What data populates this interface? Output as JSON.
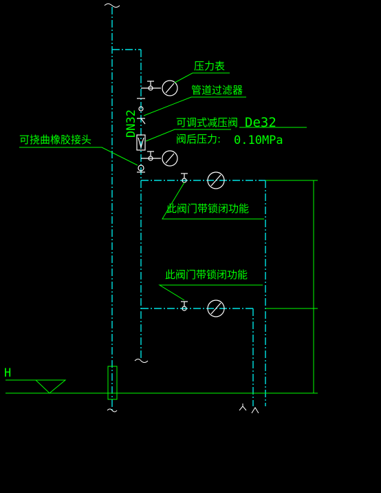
{
  "colors": {
    "background": "#000000",
    "pipe": "#00e5e5",
    "label": "#00ff00",
    "leader": "#00ff00",
    "symbol": "#ffffff",
    "cut_mark": "#ffffff"
  },
  "labels": {
    "pressure_gauge": "压力表",
    "pipeline_filter": "管道过滤器",
    "adjustable_prv": "可调式减压阀",
    "downstream_pressure": "阀后压力:",
    "downstream_pressure_value": "0.10MPa",
    "pipe_spec": "De32",
    "riser_size": "DN32",
    "flexible_joint": "可挠曲橡胶接头",
    "lock_valve_upper": "此阀门带锁闭功能",
    "lock_valve_lower": "此阀门带锁闭功能",
    "floor_level": "H"
  },
  "icons": {
    "valve": "gate-valve-icon",
    "gauge": "pressure-gauge-icon",
    "filter": "y-strainer-icon",
    "prv": "pressure-reducing-valve-icon",
    "meter": "water-meter-icon",
    "level": "elevation-triangle-icon"
  }
}
